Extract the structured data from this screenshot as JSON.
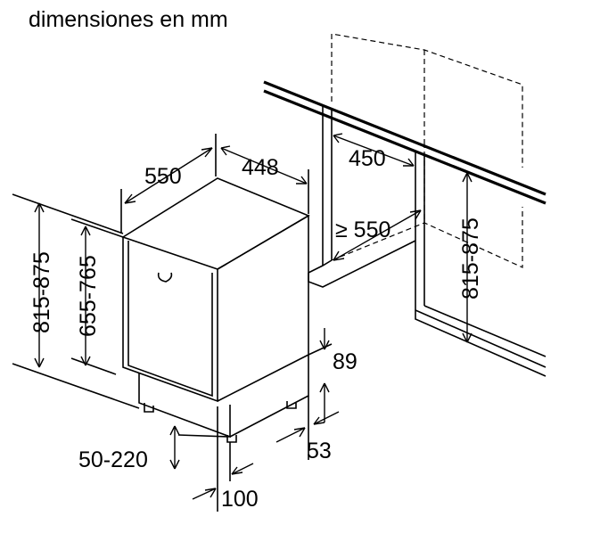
{
  "heading": "dimensiones en mm",
  "labels": {
    "depth_550": "550",
    "width_448": "448",
    "niche_width_450": "450",
    "niche_depth_min_550": "≥ 550",
    "niche_height_815_875": "815-875",
    "height_815_875": "815-875",
    "height_655_765": "655-765",
    "plinth_89": "89",
    "plinth_53": "53",
    "foot_50_220": "50-220",
    "offset_100": "100"
  }
}
